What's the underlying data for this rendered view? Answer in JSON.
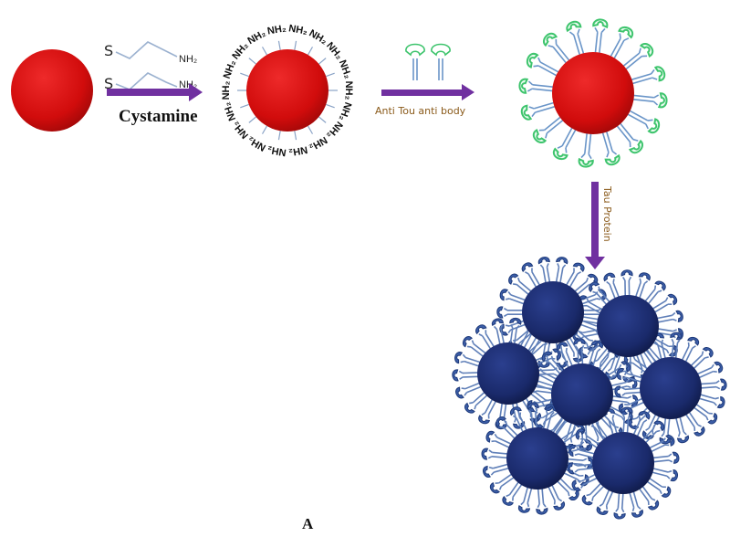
{
  "figure_label": "A",
  "steps": {
    "step1_reagent": "Cystamine",
    "step2_reagent": "Anti Tou anti body",
    "step3_reagent": "Tau Protein"
  },
  "molecule": {
    "atom_s": "S",
    "group_nh2": "NH₂"
  },
  "colors": {
    "nanoparticle": "#d60f0f",
    "arrow": "#7030a0",
    "antibody_blue": "#6a95c8",
    "antigen_green": "#3ec46d",
    "aggregate_navy": "#1a2a6b",
    "label_brown": "#8a5a1a"
  }
}
